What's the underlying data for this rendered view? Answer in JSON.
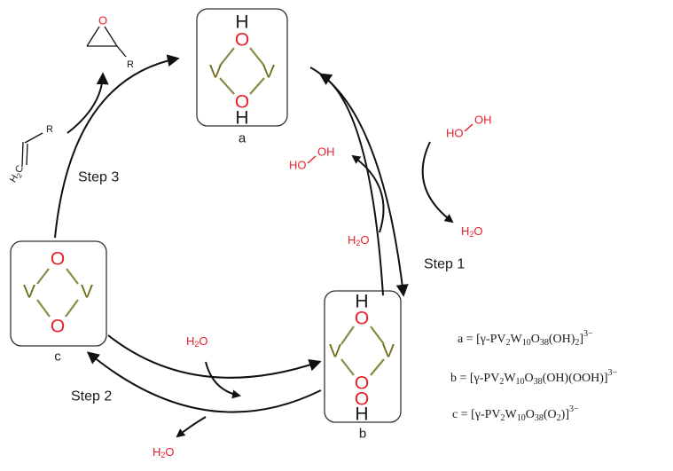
{
  "species": {
    "a": {
      "label": "a",
      "top_h": "H",
      "o_top": "O",
      "v_left": "V",
      "v_right": "V",
      "o_bottom": "O",
      "bottom_h": "H"
    },
    "b": {
      "label": "b",
      "top_h": "H",
      "o_top": "O",
      "v_left": "V",
      "v_right": "V",
      "o_mid": "O",
      "o_bottom": "O",
      "bottom_h": "H"
    },
    "c": {
      "label": "c",
      "o_top": "O",
      "v_left": "V",
      "v_right": "V",
      "o_bottom": "O"
    }
  },
  "steps": {
    "step1": "Step 1",
    "step2": "Step 2",
    "step3": "Step 3"
  },
  "molecules": {
    "h2o2_in": "HO",
    "h2o2_in_tail": "OH",
    "h2o2_out": "HO",
    "h2o2_out_tail": "OH",
    "water": "H",
    "water_sub": "2",
    "water_o": "O"
  },
  "substrate": {
    "ch2": "H",
    "ch2_sub": "2",
    "ch2_c": "C",
    "r": "R",
    "epoxide_o": "O",
    "epoxide_r": "R"
  },
  "formulas": {
    "a_prefix": "a = [γ-PV",
    "a_mid": "W",
    "a_rest": "O",
    "a_tail": "(OH)",
    "a_end": "]",
    "b_prefix": "b = [γ-PV",
    "b_mid": "W",
    "b_rest": "O",
    "b_tail": "(OH)(OOH)]",
    "c_prefix": "c = [γ-PV",
    "c_mid": "W",
    "c_rest": "O",
    "c_tail": "(O",
    "c_end": ")]",
    "sub_2": "2",
    "sub_10": "10",
    "sub_38": "38",
    "charge": "3−"
  },
  "colors": {
    "oxygen": "#e8202a",
    "vanadium": "#6b6b14",
    "hydrogen": "#1a1a1a"
  }
}
